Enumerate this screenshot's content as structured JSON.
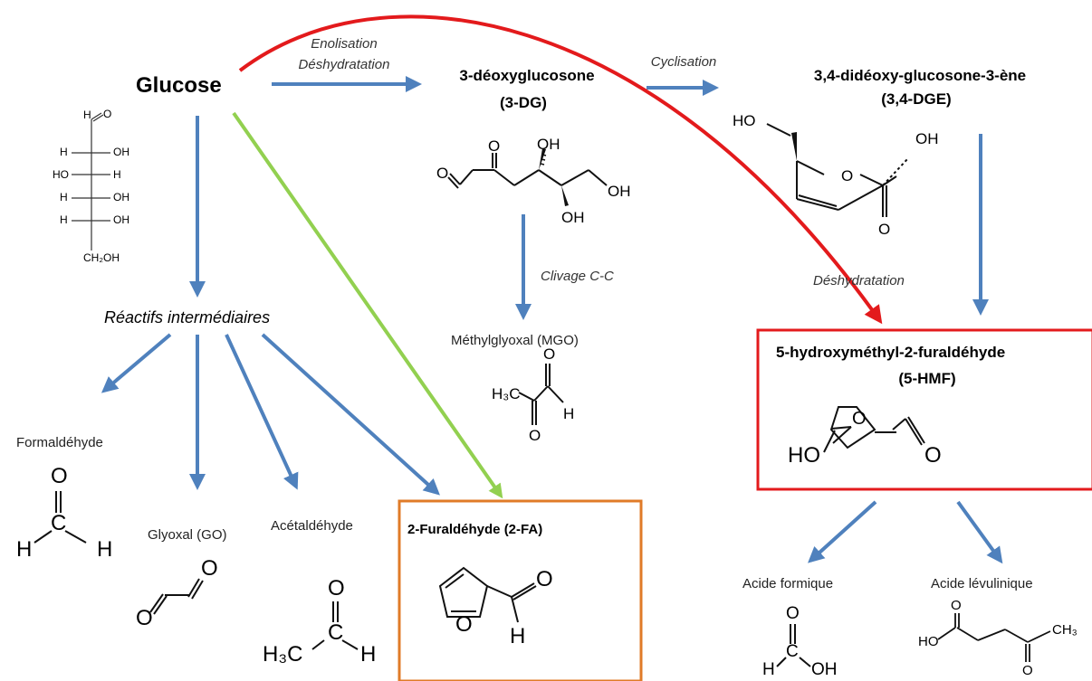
{
  "compounds": {
    "glucose": "Glucose",
    "dg_line1": "3-déoxyglucosone",
    "dg_line2": "(3-DG)",
    "dge_line1": "3,4-didéoxy-glucosone-3-ène",
    "dge_line2": "(3,4-DGE)",
    "hmf_line1": "5-hydroxyméthyl-2-furaldéhyde",
    "hmf_line2": "(5-HMF)",
    "fa": "2-Furaldéhyde (2-FA)",
    "mgo": "Méthylglyoxal  (MGO)",
    "formaldehyde": "Formaldéhyde",
    "glyoxal": "Glyoxal  (GO)",
    "acetaldehyde": "Acétaldéhyde",
    "formic": "Acide formique",
    "levulinic": "Acide lévulinique",
    "intermediates": "Réactifs intermédiaires"
  },
  "steps": {
    "enol_1": "Enolisation",
    "enol_2": "Déshydratation",
    "cyclisation": "Cyclisation",
    "cleavage": "Clivage C-C",
    "dehydration": "Déshydratation"
  },
  "atoms": {
    "H": "H",
    "OH": "OH",
    "HO": "HO",
    "O": "O",
    "C": "C",
    "CH2OH": "CH₂OH",
    "H3C": "H₃C",
    "CH3": "CH₃"
  },
  "colors": {
    "arrow_blue": "#4f81bd",
    "arrow_red": "#e31a1c",
    "arrow_green": "#92d050",
    "box_orange": "#e07b28",
    "box_red": "#e31a1c"
  }
}
